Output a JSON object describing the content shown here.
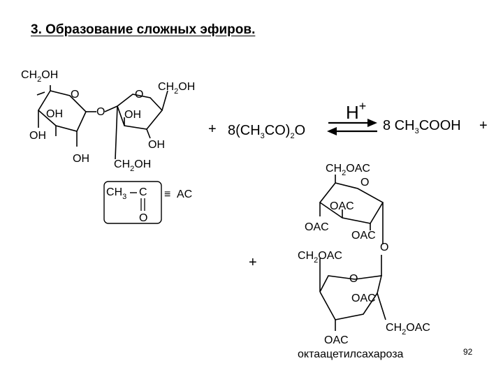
{
  "title": "3. Образование сложных эфиров.",
  "page_number": "92",
  "product_name": "октаацетилсахароза",
  "reaction": {
    "plus_left": "+",
    "reagent": "8(CH3CO)2O",
    "catalyst": "H+",
    "byproduct": "8 CH3COOH",
    "plus_right": "+",
    "plus_product": "+"
  },
  "sucrose": {
    "glucose_ch2oh": "CH2OH",
    "glucose_ring_o": "O",
    "glucose_oh_1": "OH",
    "glucose_oh_2": "OH",
    "glucose_oh_3": "OH",
    "bridge_o": "O",
    "fructose_ring_o": "O",
    "fructose_ch2oh_top": "CH2OH",
    "fructose_oh_1": "OH",
    "fructose_oh_2": "OH",
    "fructose_ch2oh_bottom": "CH2OH"
  },
  "acetyl_box": {
    "ch3": "CH3",
    "c": "C",
    "o": "O",
    "equiv": "≡",
    "ac": "AC"
  },
  "product": {
    "glc_ch2oac": "CH2OAC",
    "glc_ring_o": "O",
    "glc_oac_ring": "OAC",
    "glc_oac_left": "OAC",
    "glc_oac_right": "OAC",
    "bridge_o": "O",
    "fru_ch2oac_top": "CH2OAC",
    "fru_ring_o": "O",
    "fru_oac_ring": "OAC",
    "fru_ch2oac_bottom": "CH2OAC",
    "fru_oac_bottom": "OAC"
  }
}
